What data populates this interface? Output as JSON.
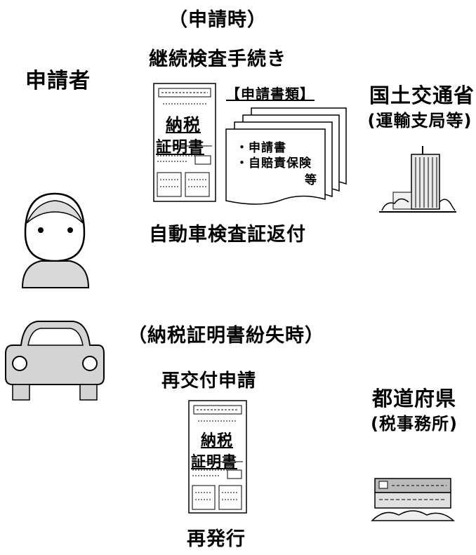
{
  "section_application": "（申請時）",
  "procedure_title": "継続検査手続き",
  "applicant_label": "申請者",
  "mlit": {
    "line1": "国土交通省",
    "line2": "(運輸支局等)"
  },
  "tax_certificate": {
    "line1": "納税",
    "line2": "証明書"
  },
  "documents": {
    "title": "【申請書類】",
    "items": [
      "・申請書",
      "・自賠責保険"
    ],
    "suffix": "等"
  },
  "inspection_return": "自動車検査証返付",
  "section_lost": "（納税証明書紛失時）",
  "reissue_request": "再交付申請",
  "prefecture": {
    "line1": "都道府県",
    "line2": "(税事務所)"
  },
  "reissue": "再発行",
  "icons": [
    "person-icon",
    "car-icon",
    "government-building-icon",
    "tax-office-building-icon"
  ]
}
